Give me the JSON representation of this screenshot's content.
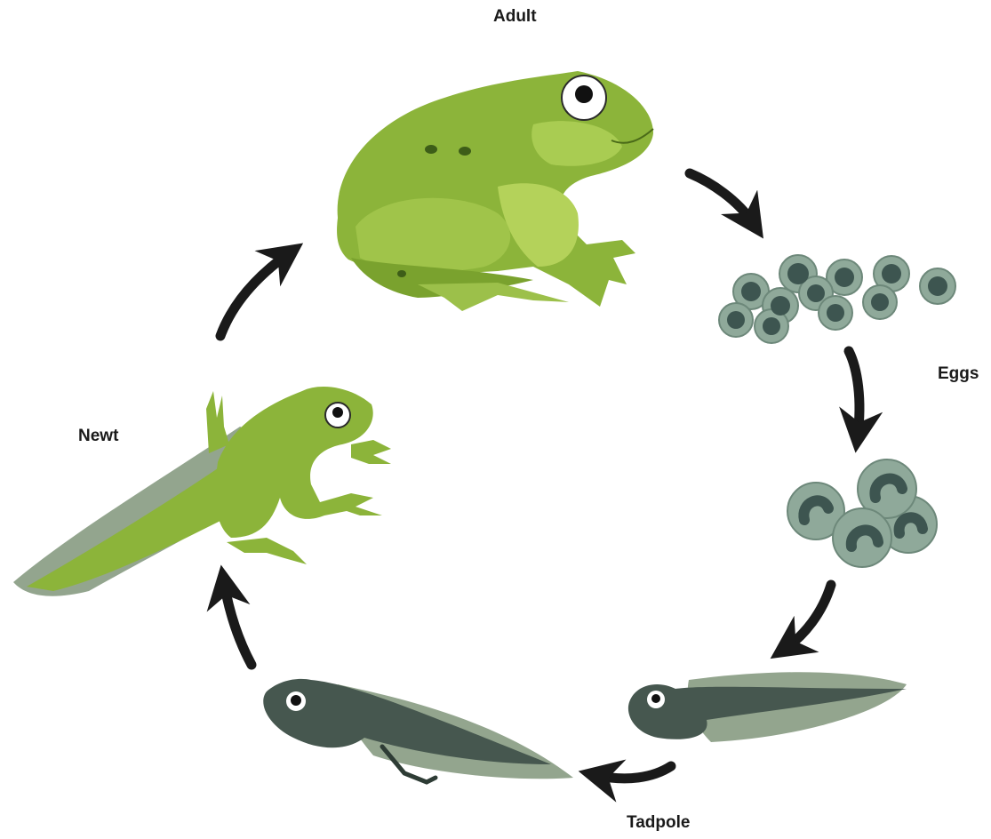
{
  "labels": {
    "adult": "Adult",
    "eggs": "Eggs",
    "tadpole": "Tadpole",
    "newt": "Newt"
  },
  "colors": {
    "frog_green": "#8cb43a",
    "frog_light": "#b4d25a",
    "frog_dark": "#5e8a20",
    "egg_jelly": "#8fa99a",
    "egg_core": "#3d5550",
    "tadpole_body": "#46574f",
    "tadpole_fin": "#93a58e",
    "arrow": "#1a1a1a"
  },
  "stages": [
    "adult-frog",
    "egg-cluster",
    "egg-embryos",
    "tadpole-young",
    "tadpole-legged",
    "froglet"
  ]
}
